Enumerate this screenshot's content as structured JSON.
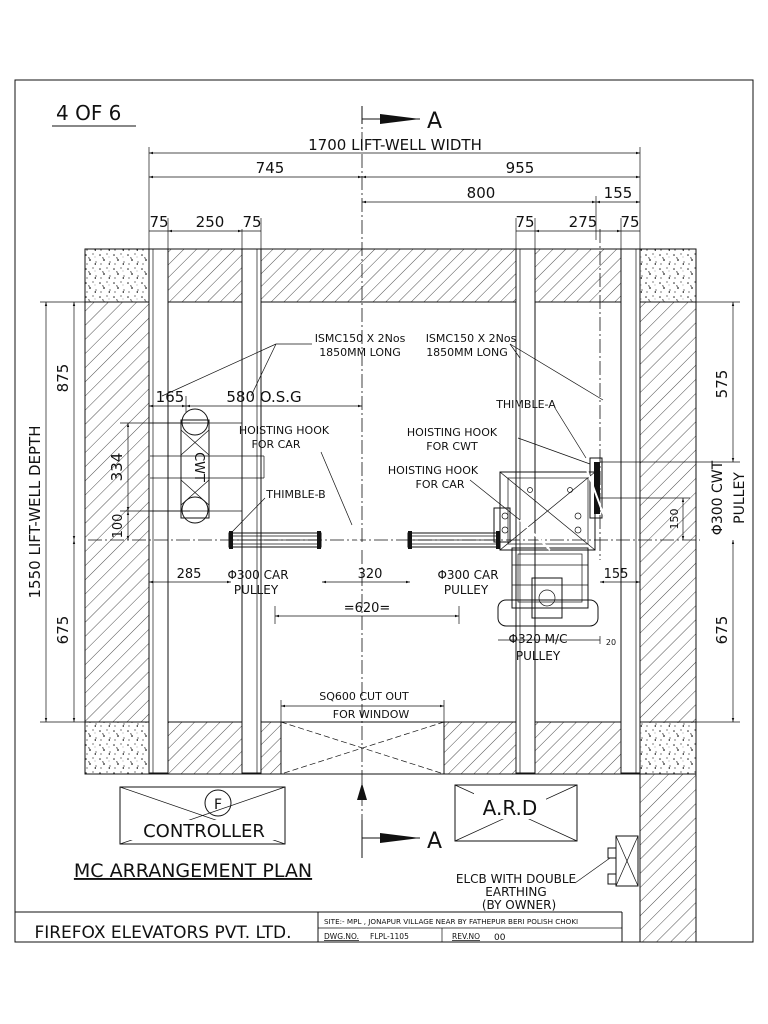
{
  "sheet": {
    "number": "4 OF 6",
    "title": "MC ARRANGEMENT PLAN",
    "company": "FIREFOX ELEVATORS PVT. LTD.",
    "site": "SITE:- MPL , JONAPUR VILLAGE NEAR BY FATHEPUR BERI POLISH CHOKI",
    "dwg_label": "DWG.NO.",
    "dwg_no": "FLPL-1105",
    "rev_label": "REV.NO",
    "rev_no": "00"
  },
  "section": {
    "top": "A",
    "bottom": "A"
  },
  "dimensions": {
    "width_total": "1700 LIFT-WELL WIDTH",
    "left_part": "745",
    "right_part": "955",
    "right_800": "800",
    "right_155": "155",
    "left_75a": "75",
    "left_250": "250",
    "left_75b": "75",
    "right_75a": "75",
    "right_275": "275",
    "right_75b": "75",
    "depth_total": "1550 LIFT-WELL DEPTH",
    "depth_top": "875",
    "depth_bottom": "675",
    "right_top": "575",
    "right_bottom": "675",
    "dim_165": "165",
    "osg": "580 O.S.G",
    "dim_334": "334",
    "dim_100": "100",
    "dim_285": "285",
    "dim_320": "320",
    "dim_620": "=620=",
    "dim_155b": "155",
    "dim_150": "150",
    "dim_20": "20"
  },
  "labels": {
    "beam_left_1": "ISMC150 X 2Nos",
    "beam_left_2": "1850MM LONG",
    "beam_right_1": "ISMC150 X 2Nos",
    "beam_right_2": "1850MM LONG",
    "thimble_a": "THIMBLE-A",
    "hook_cwt_1": "HOISTING HOOK",
    "hook_cwt_2": "FOR CWT",
    "hook_car_r_1": "HOISTING HOOK",
    "hook_car_r_2": "FOR CAR",
    "hook_car_l_1": "HOISTING HOOK",
    "hook_car_l_2": "FOR CAR",
    "thimble_b": "THIMBLE-B",
    "car_pulley_l_1": "Φ300 CAR",
    "car_pulley_l_2": "PULLEY",
    "car_pulley_r_1": "Φ300 CAR",
    "car_pulley_r_2": "PULLEY",
    "mc_pulley_1": "Φ320 M/C",
    "mc_pulley_2": "PULLEY",
    "cwt_pulley": "Φ300 CWT",
    "cwt_pulley_2": "PULLEY",
    "cutout_1": "SQ600 CUT OUT",
    "cutout_2": "FOR WINDOW",
    "controller": "CONTROLLER",
    "controller_mark": "F",
    "ard": "A.R.D",
    "elcb_1": "ELCB WITH DOUBLE",
    "elcb_2": "EARTHING",
    "elcb_3": "(BY OWNER)",
    "cwt_box": "CWT"
  }
}
